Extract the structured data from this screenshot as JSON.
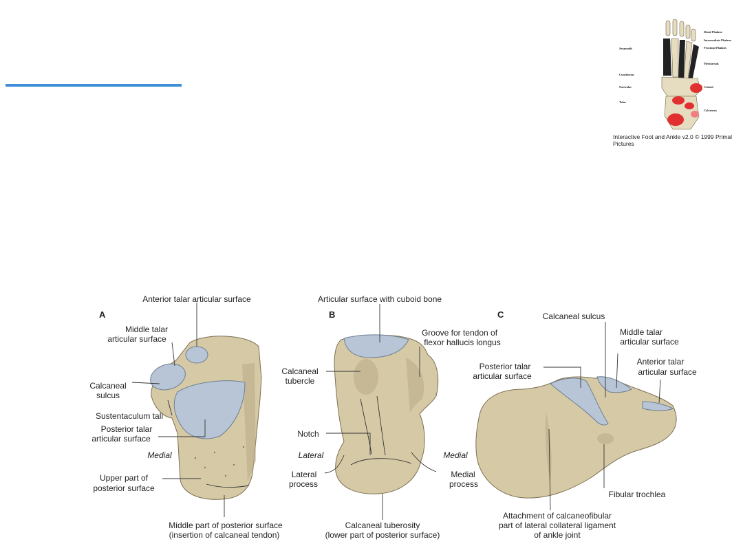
{
  "thumbnail": {
    "caption": "Interactive Foot and Ankle v2.0 © 1999 Primal Pictures",
    "labels_right": [
      "Distal Phalanx",
      "Intermediate Phalanx",
      "Proximal Phalanx",
      "Metatarsals",
      "Cuboid",
      "Calcaneus"
    ],
    "labels_left": [
      "Sesamoids",
      "Cuneiforms",
      "Navicular",
      "Talus"
    ]
  },
  "figure": {
    "panels": [
      "A",
      "B",
      "C"
    ],
    "panel_a": {
      "anterior_talar": "Anterior talar articular surface",
      "middle_talar_1": "Middle talar",
      "middle_talar_2": "articular surface",
      "calcaneal_sulcus_1": "Calcaneal",
      "calcaneal_sulcus_2": "sulcus",
      "sustentaculum": "Sustentaculum tali",
      "posterior_talar_1": "Posterior talar",
      "posterior_talar_2": "articular surface",
      "medial": "Medial",
      "upper_post_1": "Upper part of",
      "upper_post_2": "posterior surface",
      "middle_post_1": "Middle part of posterior surface",
      "middle_post_2": "(insertion of calcaneal tendon)"
    },
    "panel_b": {
      "cuboid_surface": "Articular surface with cuboid bone",
      "groove_1": "Groove for tendon of",
      "groove_2": "flexor hallucis longus",
      "tubercle_1": "Calcaneal",
      "tubercle_2": "tubercle",
      "notch": "Notch",
      "lateral": "Lateral",
      "medial": "Medial",
      "lateral_process_1": "Lateral",
      "lateral_process_2": "process",
      "medial_process_1": "Medial",
      "medial_process_2": "process",
      "tuberosity_1": "Calcaneal tuberosity",
      "tuberosity_2": "(lower part of posterior surface)"
    },
    "panel_c": {
      "calcaneal_sulcus": "Calcaneal sulcus",
      "middle_talar_1": "Middle talar",
      "middle_talar_2": "articular surface",
      "anterior_talar_1": "Anterior talar",
      "anterior_talar_2": "articular surface",
      "posterior_talar_1": "Posterior talar",
      "posterior_talar_2": "articular surface",
      "fibular_trochlea": "Fibular trochlea",
      "attachment_1": "Attachment of calcaneofibular",
      "attachment_2": "part of lateral collateral ligament",
      "attachment_3": "of ankle joint"
    }
  }
}
